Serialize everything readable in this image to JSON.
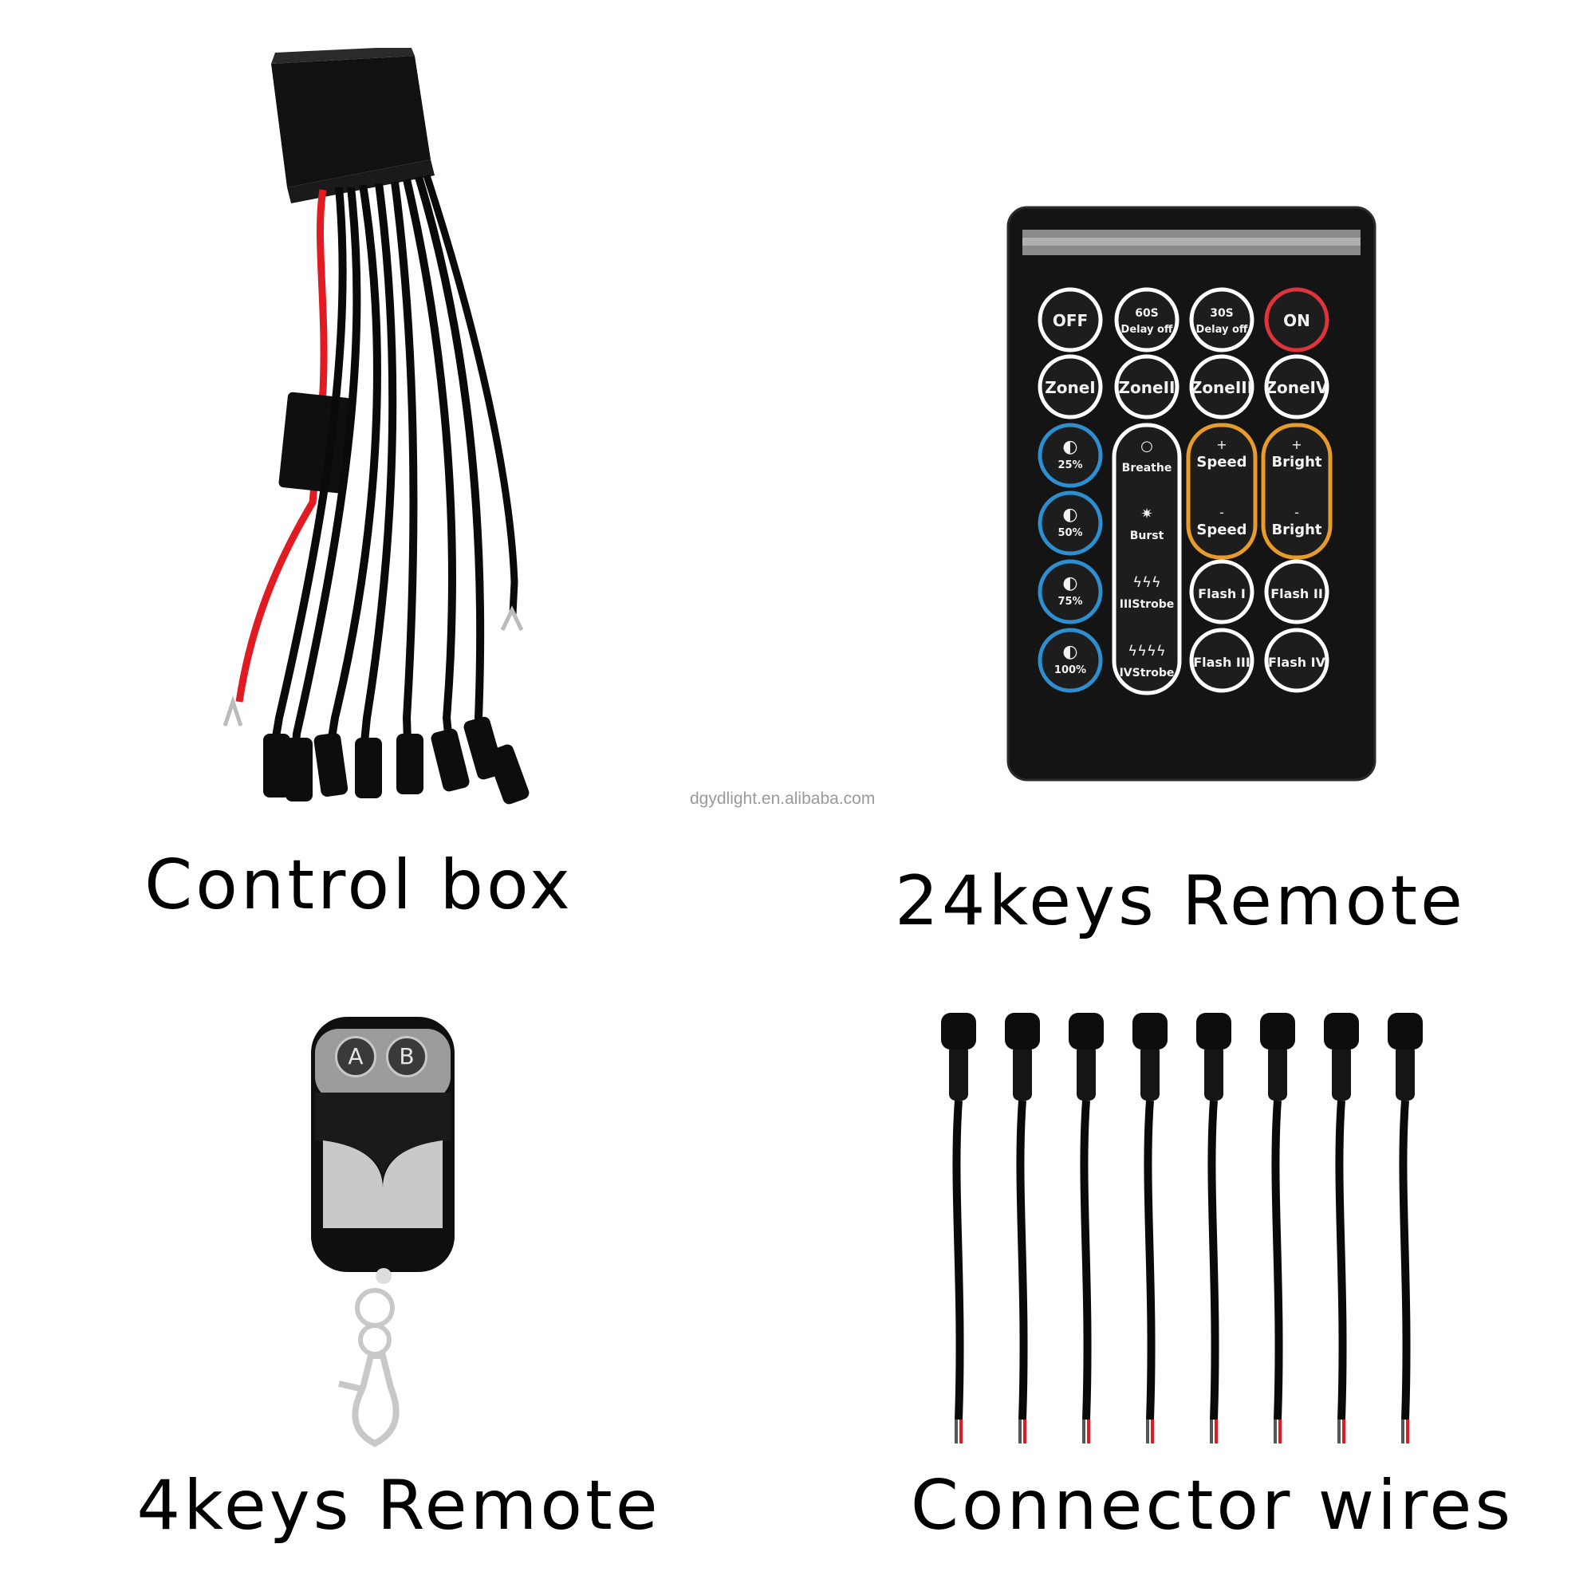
{
  "captions": {
    "control_box": "Control box",
    "remote_24": "24keys Remote",
    "remote_4": "4keys Remote",
    "connector_wires": "Connector wires"
  },
  "watermark": "dgydlight.en.alibaba.com",
  "remote24": {
    "rows": [
      [
        {
          "label": "OFF"
        },
        {
          "label": "60S",
          "sub": "Delay off"
        },
        {
          "label": "30S",
          "sub": "Delay off"
        },
        {
          "label": "ON"
        }
      ],
      [
        {
          "label": "ZoneI"
        },
        {
          "label": "ZoneII"
        },
        {
          "label": "ZoneIII"
        },
        {
          "label": "ZoneIV"
        }
      ]
    ],
    "pct_keys": [
      "25%",
      "50%",
      "75%",
      "100%"
    ],
    "mode_keys": [
      "Breathe",
      "Burst",
      "IIIStrobe",
      "IVStrobe"
    ],
    "speed_keys": [
      {
        "sign": "+",
        "label": "Speed"
      },
      {
        "sign": "-",
        "label": "Speed"
      }
    ],
    "bright_keys": [
      {
        "sign": "+",
        "label": "Bright"
      },
      {
        "sign": "-",
        "label": "Bright"
      }
    ],
    "flash_keys": [
      "Flash I",
      "Flash II",
      "Flash III",
      "Flash IV"
    ]
  },
  "remote4": {
    "keys": [
      "A",
      "B"
    ]
  },
  "colors": {
    "on_ring": "#e0343c",
    "pct_ring": "#2d8fd0",
    "speed_ring": "#e79b2a",
    "wire_red": "#e11b22",
    "key_ring": "#ffffff"
  }
}
